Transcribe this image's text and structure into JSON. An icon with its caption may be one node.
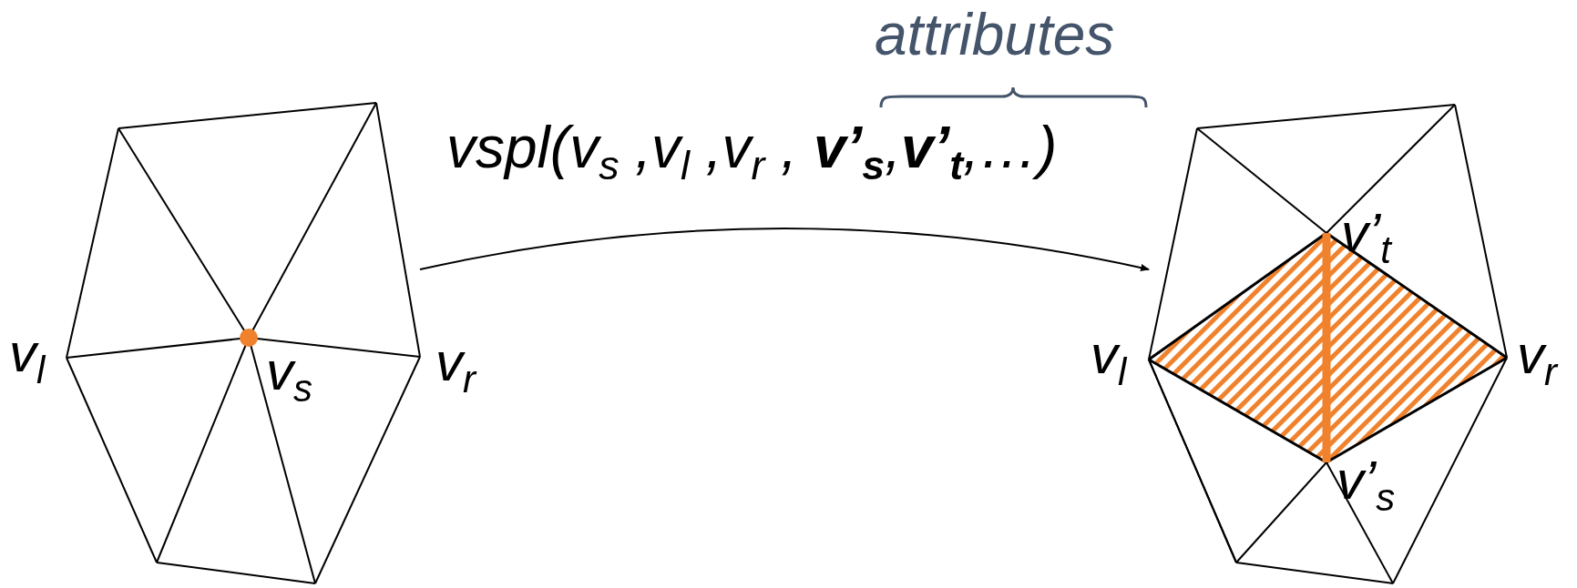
{
  "diagram": {
    "nodes": [
      {
        "text": [
          "v$_{s}$"
        ],
        "beside": [
          "v$_{l}$",
          "v$_{r}$"
        ]
      },
      {
        "text": [
          "v’$_{t}$",
          "v’$_{s}$"
        ],
        "beside": [
          "v$_{l}$",
          "v$_{r}$"
        ]
      }
    ],
    "edges": [
      {
        "from": 0,
        "to": 1,
        "arrow": "to"
      }
    ],
    "labels": [
      "attributes",
      "vspl(v$_{s}$ ,v$_{l}$ ,v$_{r}$ , **v’**$_{s}$,**v’**$_{t}$,…)"
    ]
  }
}
